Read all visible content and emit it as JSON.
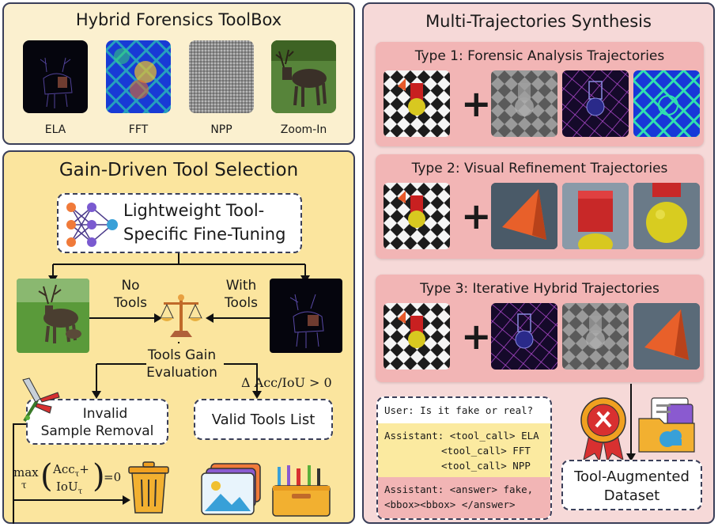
{
  "toolbox": {
    "title": "Hybrid Forensics ToolBox",
    "tools": [
      {
        "label": "ELA",
        "icon": "ela-map-icon"
      },
      {
        "label": "FFT",
        "icon": "fft-spectrum-icon"
      },
      {
        "label": "NPP",
        "icon": "npp-noise-icon"
      },
      {
        "label": "Zoom-In",
        "icon": "reindeer-zoom-icon"
      }
    ]
  },
  "gain": {
    "title": "Gain-Driven Tool Selection",
    "finetune_line1": "Lightweight Tool-",
    "finetune_line2": "Specific Fine-Tuning",
    "no_tools_line1": "No",
    "no_tools_line2": "Tools",
    "with_tools_line1": "With",
    "with_tools_line2": "Tools",
    "eval_line1": "Tools Gain",
    "eval_line2": "Evaluation",
    "delta_condition": "Δ  Acc/IoU > 0",
    "valid_list": "Valid Tools List",
    "invalid_line1": "Invalid",
    "invalid_line2": "Sample Removal",
    "max_label": "max",
    "tau": "τ",
    "acc_term": "Acc",
    "iou_term": "IoU",
    "equals_zero": "=0"
  },
  "multi": {
    "title": "Multi-Trajectories Synthesis",
    "type1": "Type 1: Forensic Analysis Trajectories",
    "type2": "Type 2: Visual Refinement Trajectories",
    "type3": "Type 3: Iterative Hybrid Trajectories",
    "plus": "+",
    "chat": {
      "user": "User: Is it fake or real?",
      "assistant1": "Assistant: <tool_call> ELA",
      "call2": "<tool_call> FFT",
      "call3": "<tool_call> NPP",
      "answer1": "Assistant: <answer> fake,",
      "answer2": "<bbox><bbox> </answer>"
    },
    "dataset_line1": "Tool-Augmented",
    "dataset_line2": "Dataset"
  },
  "colors": {
    "toolbox_bg": "#fbf0cf",
    "gain_bg": "#fbe59e",
    "multi_bg": "#f6d9d8",
    "row_bg": "#f2b5b5",
    "border": "#3a3f59"
  }
}
